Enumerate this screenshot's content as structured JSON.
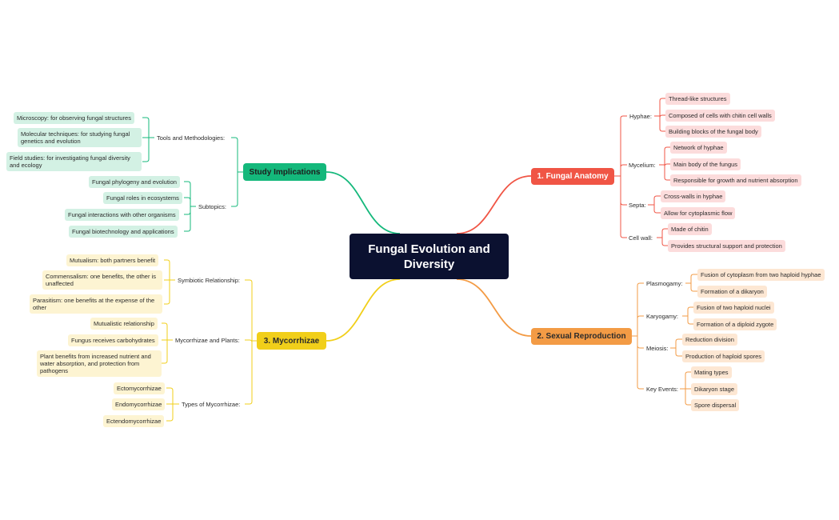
{
  "colors": {
    "central_bg": "#0b1130",
    "anatomy": "#f05545",
    "reproduction": "#f39b45",
    "mycorrhizae": "#f1cf1a",
    "study": "#14b87b",
    "anatomy_leaf_bg": "#fcdcdc",
    "reproduction_leaf_bg": "#fde7d3",
    "mycorrhizae_leaf_bg": "#fdf4d2",
    "study_leaf_bg": "#d3f1e4"
  },
  "central": {
    "title": "Fungal Evolution and Diversity"
  },
  "anatomy": {
    "title": "1. Fungal Anatomy",
    "hyphae": {
      "label": "Hyphae:",
      "items": [
        "Thread-like structures",
        "Composed of cells with chitin cell walls",
        "Building blocks of the fungal body"
      ]
    },
    "mycelium": {
      "label": "Mycelium:",
      "items": [
        "Network of hyphae",
        "Main body of the fungus",
        "Responsible for growth and nutrient absorption"
      ]
    },
    "septa": {
      "label": "Septa:",
      "items": [
        "Cross-walls in hyphae",
        "Allow for cytoplasmic flow"
      ]
    },
    "cellwall": {
      "label": "Cell wall:",
      "items": [
        "Made of chitin",
        "Provides structural support and protection"
      ]
    }
  },
  "reproduction": {
    "title": "2. Sexual Reproduction",
    "plasmogamy": {
      "label": "Plasmogamy:",
      "items": [
        "Fusion of cytoplasm from two haploid hyphae",
        "Formation of a dikaryon"
      ]
    },
    "karyogamy": {
      "label": "Karyogamy:",
      "items": [
        "Fusion of two haploid nuclei",
        "Formation of a diploid zygote"
      ]
    },
    "meiosis": {
      "label": "Meiosis:",
      "items": [
        "Reduction division",
        "Production of haploid spores"
      ]
    },
    "keyevents": {
      "label": "Key Events:",
      "items": [
        "Mating types",
        "Dikaryon stage",
        "Spore dispersal"
      ]
    }
  },
  "mycorrhizae": {
    "title": "3. Mycorrhizae",
    "symbiotic": {
      "label": "Symbiotic Relationship:",
      "items": [
        "Mutualism: both partners benefit",
        "Commensalism: one benefits, the other is unaffected",
        "Parasitism: one benefits at the expense of the other"
      ]
    },
    "plants": {
      "label": "Mycorrhizae and Plants:",
      "items": [
        "Mutualistic relationship",
        "Fungus receives carbohydrates",
        "Plant benefits from increased nutrient and water absorption, and protection from pathogens"
      ]
    },
    "types": {
      "label": "Types of Mycorrhizae:",
      "items": [
        "Ectomycorrhizae",
        "Endomycorrhizae",
        "Ectendomycorrhizae"
      ]
    }
  },
  "study": {
    "title": "Study Implications",
    "tools": {
      "label": "Tools and Methodologies:",
      "items": [
        "Microscopy: for observing fungal structures",
        "Molecular techniques: for studying fungal genetics and evolution",
        "Field studies: for investigating fungal diversity and ecology"
      ]
    },
    "subtopics": {
      "label": "Subtopics:",
      "items": [
        "Fungal phylogeny and evolution",
        "Fungal roles in ecosystems",
        "Fungal interactions with other organisms",
        "Fungal biotechnology and applications"
      ]
    }
  }
}
